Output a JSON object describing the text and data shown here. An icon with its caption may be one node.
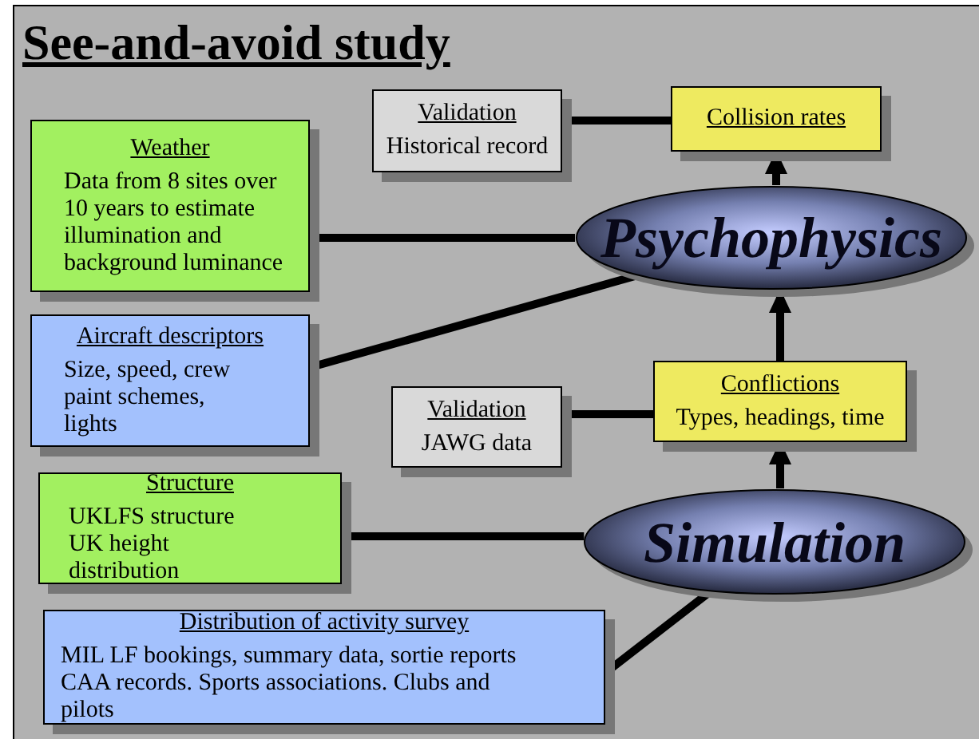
{
  "diagram": {
    "title": "See-and-avoid study",
    "nodes": [
      {
        "text": [
          "Validation",
          "Historical record"
        ]
      },
      {
        "text": [
          "Collision rates"
        ]
      },
      {
        "text": [
          "Weather",
          "Data from 8 sites over 10 years to estimate illumination and background luminance"
        ]
      },
      {
        "text": [
          "Psychophysics"
        ]
      },
      {
        "text": [
          "Aircraft descriptors",
          "Size, speed, crew paint schemes, lights"
        ]
      },
      {
        "text": [
          "Validation",
          "JAWG data"
        ]
      },
      {
        "text": [
          "Conflictions",
          "Types, headings, time"
        ]
      },
      {
        "text": [
          "Structure",
          "UKLFS structure UK height distribution"
        ]
      },
      {
        "text": [
          "Simulation"
        ]
      },
      {
        "text": [
          "Distribution of activity survey",
          "MIL LF bookings, summary data, sortie reports CAA records. Sports associations. Clubs and pilots"
        ]
      }
    ],
    "edges": [
      {
        "from": 0,
        "to": 1,
        "arrow": "none"
      },
      {
        "from": 3,
        "to": 1,
        "arrow": "to"
      },
      {
        "from": 2,
        "to": 3,
        "arrow": "none"
      },
      {
        "from": 4,
        "to": 3,
        "arrow": "none"
      },
      {
        "from": 5,
        "to": 6,
        "arrow": "none"
      },
      {
        "from": 6,
        "to": 3,
        "arrow": "to"
      },
      {
        "from": 8,
        "to": 6,
        "arrow": "to"
      },
      {
        "from": 7,
        "to": 8,
        "arrow": "none"
      },
      {
        "from": 9,
        "to": 8,
        "arrow": "none"
      }
    ]
  }
}
